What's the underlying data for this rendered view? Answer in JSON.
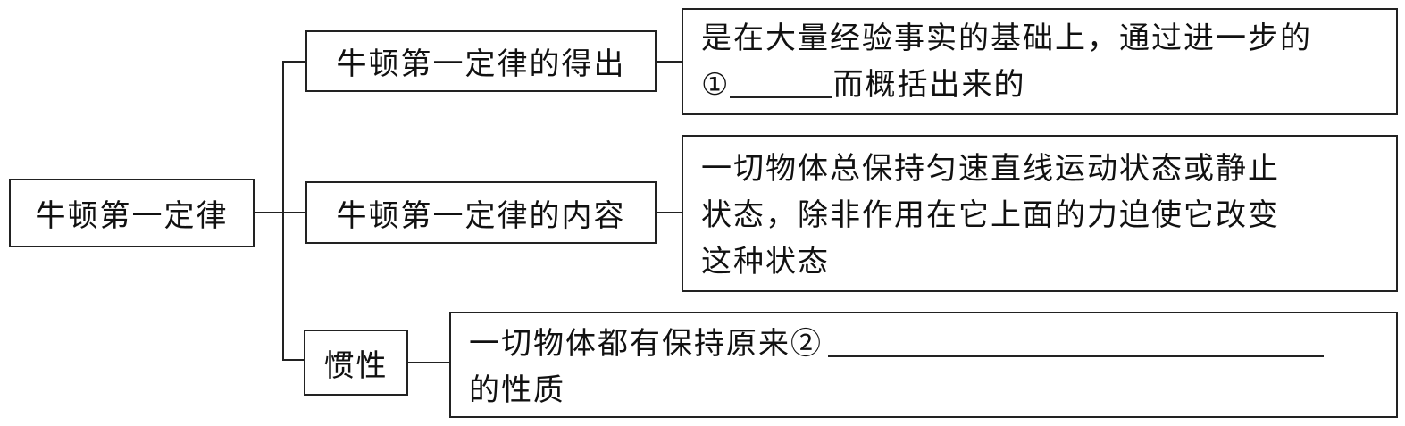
{
  "root": {
    "label": "牛顿第一定律"
  },
  "branches": [
    {
      "label": "牛顿第一定律的得出",
      "lines": [
        {
          "text": "是在大量经验事实的基础上，通过进一步的"
        },
        {
          "prefix": "①",
          "suffix": "而概括出来的"
        }
      ]
    },
    {
      "label": "牛顿第一定律的内容",
      "lines": [
        {
          "text": "一切物体总保持匀速直线运动状态或静止"
        },
        {
          "text": "状态，除非作用在它上面的力迫使它改变"
        },
        {
          "text": "这种状态"
        }
      ]
    },
    {
      "label": "惯性",
      "lines": [
        {
          "prefix": "一切物体都有保持原来②"
        },
        {
          "text": "的性质"
        }
      ]
    }
  ]
}
